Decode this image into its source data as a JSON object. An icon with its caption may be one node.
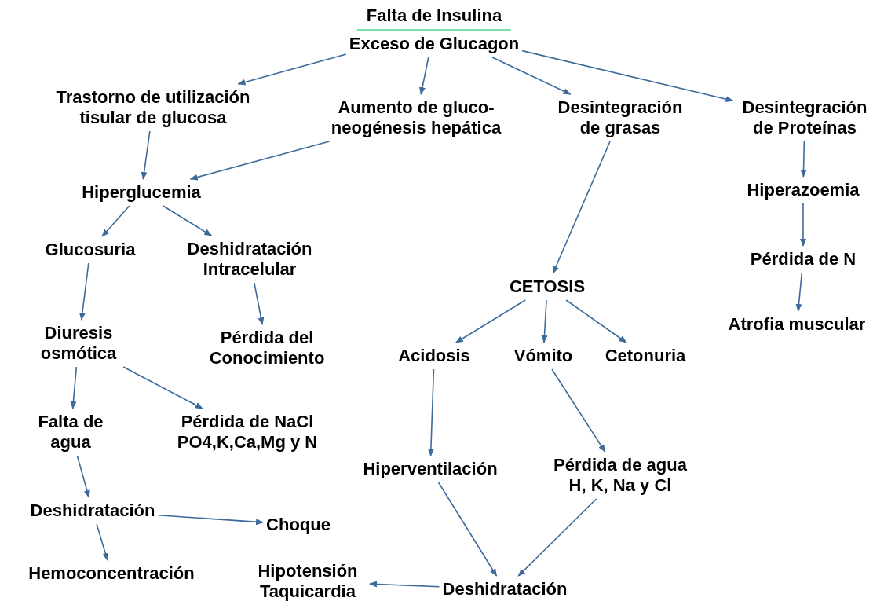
{
  "diagram": {
    "nodes": [
      {
        "text": [
          "Falta de Insulina",
          "Exceso de Glucagon"
        ]
      },
      {
        "text": [
          "Trastorno de utilización tisular de glucosa"
        ]
      },
      {
        "text": [
          "Aumento de gluco-neogénesis hepática"
        ]
      },
      {
        "text": [
          "Desintegración de grasas"
        ]
      },
      {
        "text": [
          "Desintegración de Proteínas"
        ]
      },
      {
        "text": [
          "Hiperglucemia"
        ]
      },
      {
        "text": [
          "Glucosuria"
        ]
      },
      {
        "text": [
          "Deshidratación Intracelular"
        ]
      },
      {
        "text": [
          "Diuresis osmótica"
        ]
      },
      {
        "text": [
          "Pérdida del Conocimiento"
        ]
      },
      {
        "text": [
          "Falta de agua"
        ]
      },
      {
        "text": [
          "Pérdida de NaCl PO4,K,Ca,Mg y N"
        ]
      },
      {
        "text": [
          "Deshidratación"
        ]
      },
      {
        "text": [
          "Choque"
        ]
      },
      {
        "text": [
          "Hemoconcentración"
        ]
      },
      {
        "text": [
          "Hipotensión Taquicardia"
        ]
      },
      {
        "text": [
          "CETOSIS"
        ]
      },
      {
        "text": [
          "Acidosis"
        ]
      },
      {
        "text": [
          "Vómito"
        ]
      },
      {
        "text": [
          "Cetonuria"
        ]
      },
      {
        "text": [
          "Hiperventilación"
        ]
      },
      {
        "text": [
          "Pérdida de agua H, K, Na y Cl"
        ]
      },
      {
        "text": [
          "Deshidratación"
        ]
      },
      {
        "text": [
          "Hiperazoemia"
        ]
      },
      {
        "text": [
          "Pérdida de N"
        ]
      },
      {
        "text": [
          "Atrofia muscular"
        ]
      }
    ],
    "edges": [
      {
        "from": 0,
        "to": 1,
        "arrow": "to"
      },
      {
        "from": 0,
        "to": 2,
        "arrow": "to"
      },
      {
        "from": 0,
        "to": 3,
        "arrow": "to"
      },
      {
        "from": 0,
        "to": 4,
        "arrow": "to"
      },
      {
        "from": 1,
        "to": 5,
        "arrow": "to"
      },
      {
        "from": 2,
        "to": 5,
        "arrow": "to"
      },
      {
        "from": 5,
        "to": 6,
        "arrow": "to"
      },
      {
        "from": 5,
        "to": 7,
        "arrow": "to"
      },
      {
        "from": 6,
        "to": 8,
        "arrow": "to"
      },
      {
        "from": 7,
        "to": 9,
        "arrow": "to"
      },
      {
        "from": 8,
        "to": 10,
        "arrow": "to"
      },
      {
        "from": 8,
        "to": 11,
        "arrow": "to"
      },
      {
        "from": 10,
        "to": 12,
        "arrow": "to"
      },
      {
        "from": 12,
        "to": 13,
        "arrow": "to"
      },
      {
        "from": 12,
        "to": 14,
        "arrow": "to"
      },
      {
        "from": 3,
        "to": 16,
        "arrow": "to"
      },
      {
        "from": 16,
        "to": 17,
        "arrow": "to"
      },
      {
        "from": 16,
        "to": 18,
        "arrow": "to"
      },
      {
        "from": 16,
        "to": 19,
        "arrow": "to"
      },
      {
        "from": 17,
        "to": 20,
        "arrow": "to"
      },
      {
        "from": 18,
        "to": 21,
        "arrow": "to"
      },
      {
        "from": 20,
        "to": 22,
        "arrow": "to"
      },
      {
        "from": 21,
        "to": 22,
        "arrow": "to"
      },
      {
        "from": 22,
        "to": 15,
        "arrow": "to"
      },
      {
        "from": 4,
        "to": 23,
        "arrow": "to"
      },
      {
        "from": 23,
        "to": 24,
        "arrow": "to"
      },
      {
        "from": 24,
        "to": 25,
        "arrow": "to"
      }
    ]
  }
}
